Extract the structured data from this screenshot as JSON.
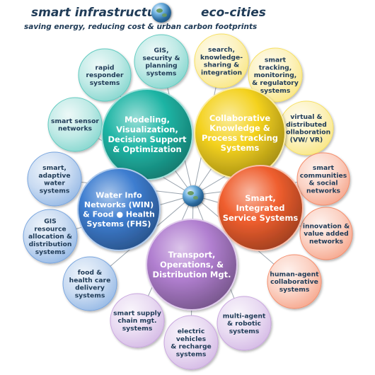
{
  "header": {
    "title_left": "smart infrastructure",
    "title_right": "eco-cities",
    "subtitle": "saving energy, reducing cost & urban carbon footprints",
    "globe_icon": "globe-icon"
  },
  "colors": {
    "teal": "#1fb5a5",
    "yellow": "#f4d21f",
    "orange": "#ef5e2e",
    "purple": "#b17fd0",
    "blue": "#3d7dd0",
    "text_dark": "#1f3b57",
    "spoke": "#9aa4ae"
  },
  "hubs": [
    {
      "id": "modeling",
      "lines": [
        "Modeling,",
        "Visualization,",
        "Decision Support",
        "& Optimization"
      ],
      "color": "teal"
    },
    {
      "id": "collab",
      "lines": [
        "Collaborative",
        "Knowledge &",
        "Process tracking",
        "Systems"
      ],
      "color": "yellow"
    },
    {
      "id": "smart-service",
      "lines": [
        "Smart,",
        "Integrated",
        "Service Systems"
      ],
      "color": "orange"
    },
    {
      "id": "transport",
      "lines": [
        "Transport,",
        "Operations, &",
        "Distribution Mgt."
      ],
      "color": "purple"
    },
    {
      "id": "water",
      "lines": [
        "Water Info",
        "Networks (WIN)",
        "& Food ● Health",
        "Systems (FHS)"
      ],
      "color": "blue"
    }
  ],
  "satellites": [
    {
      "id": "rapid-responder",
      "lines": [
        "rapid",
        "responder",
        "systems"
      ],
      "color": "teal"
    },
    {
      "id": "gis-security",
      "lines": [
        "GIS,",
        "security &",
        "planning",
        "systems"
      ],
      "color": "teal"
    },
    {
      "id": "smart-sensor",
      "lines": [
        "smart sensor",
        "networks"
      ],
      "color": "teal"
    },
    {
      "id": "search-knowledge",
      "lines": [
        "search,",
        "knowledge-",
        "sharing &",
        "integration"
      ],
      "color": "yellow"
    },
    {
      "id": "smart-tracking",
      "lines": [
        "smart",
        "tracking,",
        "monitoring,",
        "& regulatory",
        "systems"
      ],
      "color": "yellow"
    },
    {
      "id": "virtual-distributed",
      "lines": [
        "virtual &",
        "distributed",
        "collaboration",
        "(VW/ VR)"
      ],
      "color": "yellow"
    },
    {
      "id": "smart-communities",
      "lines": [
        "smart",
        "communities",
        "& social",
        "networks"
      ],
      "color": "orange"
    },
    {
      "id": "innovation",
      "lines": [
        "innovation &",
        "value added",
        "networks"
      ],
      "color": "orange"
    },
    {
      "id": "human-agent",
      "lines": [
        "human-agent",
        "collaborative",
        "systems"
      ],
      "color": "orange"
    },
    {
      "id": "multi-agent",
      "lines": [
        "multi-agent",
        "& robotic",
        "systems"
      ],
      "color": "purple"
    },
    {
      "id": "electric-vehicles",
      "lines": [
        "electric",
        "vehicles",
        "& recharge",
        "systems"
      ],
      "color": "purple"
    },
    {
      "id": "smart-supply",
      "lines": [
        "smart supply",
        "chain mgt.",
        "systems"
      ],
      "color": "purple"
    },
    {
      "id": "smart-water",
      "lines": [
        "smart,",
        "adaptive",
        "water",
        "systems"
      ],
      "color": "blue"
    },
    {
      "id": "gis-resource",
      "lines": [
        "GIS",
        "resource",
        "allocation &",
        "distribution",
        "systems"
      ],
      "color": "blue"
    },
    {
      "id": "food-health",
      "lines": [
        "food &",
        "health care",
        "delivery",
        "systems"
      ],
      "color": "blue"
    }
  ]
}
